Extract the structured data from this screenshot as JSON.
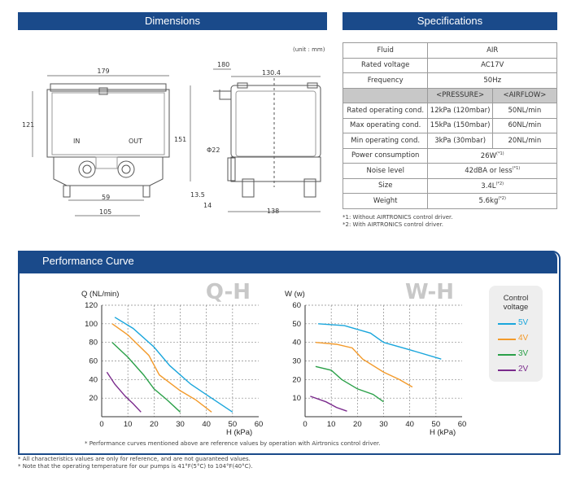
{
  "dimensions": {
    "title": "Dimensions",
    "unit": "(unit : mm)",
    "labels": {
      "w179": "179",
      "h121": "121",
      "in": "IN",
      "out": "OUT",
      "d59": "59",
      "d105": "105",
      "d180": "180",
      "d130": "130.4",
      "h151": "151",
      "phi22": "Φ22",
      "d13": "13.5",
      "d14": "14",
      "d138": "138"
    }
  },
  "specifications": {
    "title": "Specifications",
    "rows": [
      {
        "label": "Fluid",
        "value": "AIR"
      },
      {
        "label": "Rated voltage",
        "value": "AC17V"
      },
      {
        "label": "Frequency",
        "value": "50Hz"
      },
      {
        "label": "",
        "pressure": "<PRESSURE>",
        "airflow": "<AIRFLOW>"
      },
      {
        "label": "Rated operating cond.",
        "pressure": "12kPa (120mbar)",
        "airflow": "50NL/min"
      },
      {
        "label": "Max operating cond.",
        "pressure": "15kPa (150mbar)",
        "airflow": "60NL/min"
      },
      {
        "label": "Min operating cond.",
        "pressure": "3kPa (30mbar)",
        "airflow": "20NL/min"
      },
      {
        "label": "Power consumption",
        "value": "26W",
        "mark": "(*1)"
      },
      {
        "label": "Noise level",
        "value": "42dBA or less",
        "mark": "(*1)"
      },
      {
        "label": "Size",
        "value": "3.4L",
        "mark": "(*2)"
      },
      {
        "label": "Weight",
        "value": "5.6kg",
        "mark": "(*2)"
      }
    ],
    "notes": [
      "*1: Without AIRTRONICS control driver.",
      "*2: With AIRTRONICS control driver."
    ]
  },
  "performance": {
    "title": "Performance Curve",
    "footnote": "* Performance curves mentioned above are reference values by operation with Airtronics control driver.",
    "legend_title_1": "Control",
    "legend_title_2": "voltage",
    "legend": [
      {
        "label": "5V",
        "color": "#1aa6dc"
      },
      {
        "label": "4V",
        "color": "#f39a2a"
      },
      {
        "label": "3V",
        "color": "#2aa048"
      },
      {
        "label": "2V",
        "color": "#7a2a8c"
      }
    ]
  },
  "chart_data": [
    {
      "type": "line",
      "title": "Q-H",
      "ylabel": "Q (NL/min)",
      "xlabel": "H (kPa)",
      "xlim": [
        0,
        60
      ],
      "ylim": [
        0,
        120
      ],
      "xticks": [
        "0",
        "10",
        "20",
        "30",
        "40",
        "50",
        "60"
      ],
      "yticks": [
        "20",
        "40",
        "60",
        "80",
        "100",
        "120"
      ],
      "series": [
        {
          "name": "5V",
          "color": "#1aa6dc",
          "points": [
            [
              5,
              107
            ],
            [
              12,
              95
            ],
            [
              20,
              75
            ],
            [
              26,
              55
            ],
            [
              34,
              35
            ],
            [
              42,
              20
            ],
            [
              50,
              5
            ]
          ]
        },
        {
          "name": "4V",
          "color": "#f39a2a",
          "points": [
            [
              4,
              100
            ],
            [
              10,
              88
            ],
            [
              18,
              66
            ],
            [
              22,
              45
            ],
            [
              30,
              28
            ],
            [
              36,
              18
            ],
            [
              42,
              5
            ]
          ]
        },
        {
          "name": "3V",
          "color": "#2aa048",
          "points": [
            [
              4,
              80
            ],
            [
              10,
              64
            ],
            [
              16,
              45
            ],
            [
              20,
              30
            ],
            [
              25,
              18
            ],
            [
              30,
              5
            ]
          ]
        },
        {
          "name": "2V",
          "color": "#7a2a8c",
          "points": [
            [
              2,
              48
            ],
            [
              5,
              35
            ],
            [
              9,
              22
            ],
            [
              12,
              14
            ],
            [
              15,
              5
            ]
          ]
        }
      ]
    },
    {
      "type": "line",
      "title": "W-H",
      "ylabel": "W (w)",
      "xlabel": "H (kPa)",
      "xlim": [
        0,
        60
      ],
      "ylim": [
        0,
        60
      ],
      "xticks": [
        "0",
        "10",
        "20",
        "30",
        "40",
        "50",
        "60"
      ],
      "yticks": [
        "10",
        "20",
        "30",
        "40",
        "50",
        "60"
      ],
      "series": [
        {
          "name": "5V",
          "color": "#1aa6dc",
          "points": [
            [
              5,
              50
            ],
            [
              15,
              49
            ],
            [
              20,
              47
            ],
            [
              25,
              45
            ],
            [
              30,
              40
            ],
            [
              40,
              36
            ],
            [
              52,
              31
            ]
          ]
        },
        {
          "name": "4V",
          "color": "#f39a2a",
          "points": [
            [
              4,
              40
            ],
            [
              12,
              39
            ],
            [
              18,
              37
            ],
            [
              22,
              31
            ],
            [
              30,
              24
            ],
            [
              36,
              20
            ],
            [
              41,
              16
            ]
          ]
        },
        {
          "name": "3V",
          "color": "#2aa048",
          "points": [
            [
              4,
              27
            ],
            [
              10,
              25
            ],
            [
              14,
              20
            ],
            [
              20,
              15
            ],
            [
              26,
              12
            ],
            [
              30,
              8
            ]
          ]
        },
        {
          "name": "2V",
          "color": "#7a2a8c",
          "points": [
            [
              2,
              11
            ],
            [
              8,
              8
            ],
            [
              12,
              5
            ],
            [
              16,
              3
            ]
          ]
        }
      ]
    }
  ],
  "footer_notes": [
    "* All characteristics values are only for reference, and are not guaranteed values.",
    "* Note that the operating temperature for our pumps is 41°F(5°C) to 104°F(40°C)."
  ]
}
